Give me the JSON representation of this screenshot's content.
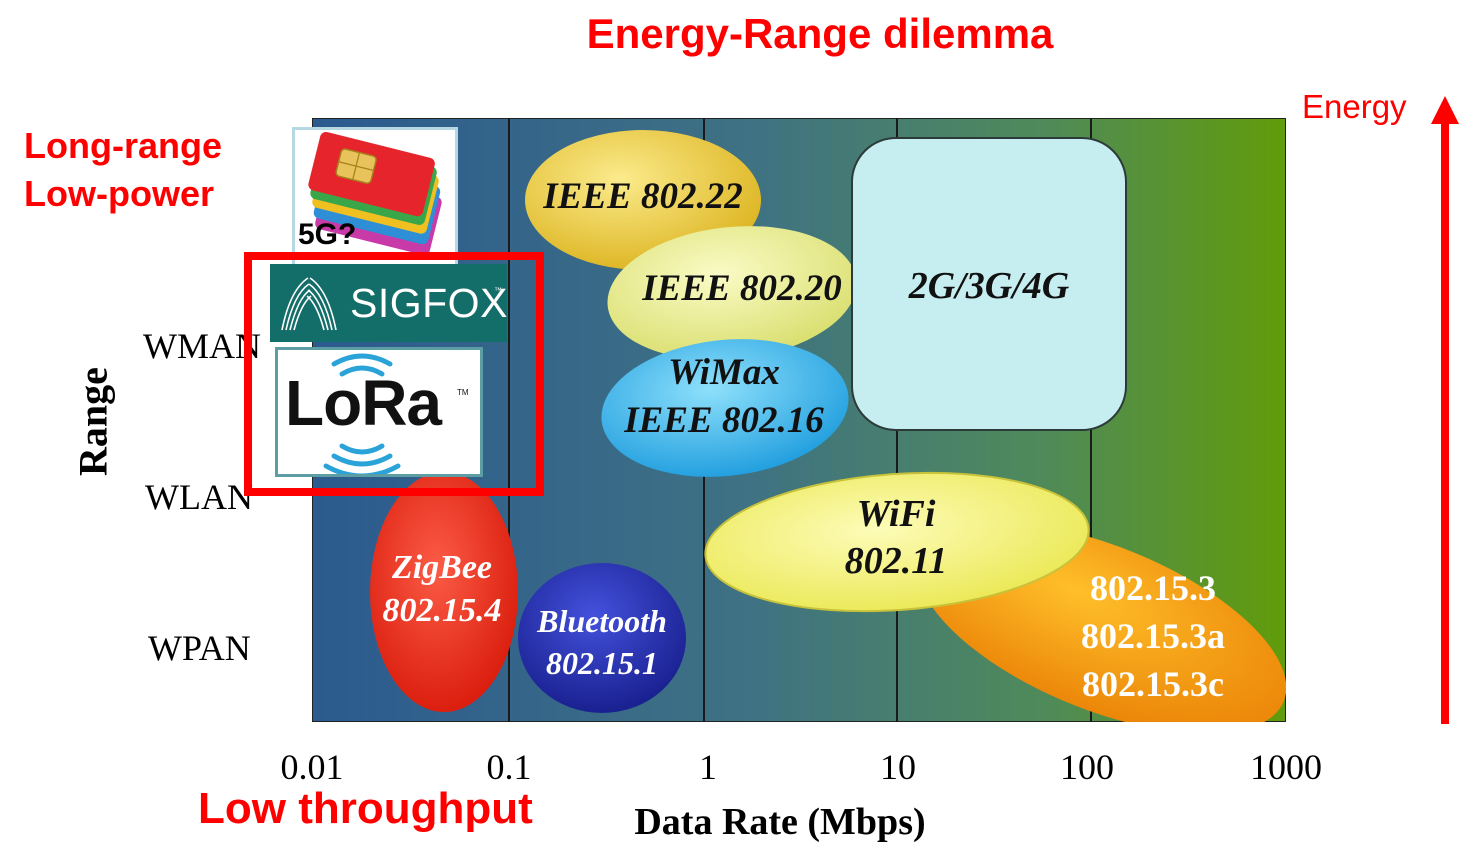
{
  "title": "Energy-Range dilemma",
  "callouts": {
    "long_range_line1": "Long-range",
    "long_range_line2": "Low-power",
    "low_throughput": "Low throughput",
    "energy": "Energy"
  },
  "axes": {
    "y_label": "Range",
    "x_label": "Data Rate (Mbps)",
    "x_ticks": [
      "0.01",
      "0.1",
      "1",
      "10",
      "100",
      "1000"
    ],
    "y_categories": [
      "WMAN",
      "WLAN",
      "WPAN"
    ]
  },
  "logos": {
    "fiveg": "5G?",
    "sigfox": "SIGFOX",
    "sigfox_tm": "™",
    "lora": "LoRa",
    "lora_tm": "TM"
  },
  "technologies": [
    {
      "id": "ieee-802-22",
      "line1": "IEEE 802.22",
      "line2": "",
      "line3": "",
      "color": "#f0d23c"
    },
    {
      "id": "ieee-802-20",
      "line1": "IEEE 802.20",
      "line2": "",
      "line3": "",
      "color": "#eeee88"
    },
    {
      "id": "wimax",
      "line1": "WiMax",
      "line2": "IEEE 802.16",
      "line3": "",
      "color": "#26b5ec"
    },
    {
      "id": "cellular",
      "line1": "2G/3G/4G",
      "line2": "",
      "line3": "",
      "color": "#c6eef1"
    },
    {
      "id": "zigbee",
      "line1": "ZigBee",
      "line2": "802.15.4",
      "line3": "",
      "color": "#ee2a16"
    },
    {
      "id": "bluetooth",
      "line1": "Bluetooth",
      "line2": "802.15.1",
      "line3": "",
      "color": "#2631b4"
    },
    {
      "id": "wifi",
      "line1": "WiFi",
      "line2": "802.11",
      "line3": "",
      "color": "#f2ef62"
    },
    {
      "id": "uwb",
      "line1": "802.15.3",
      "line2": "802.15.3a",
      "line3": "802.15.3c",
      "color": "#f39a10"
    }
  ],
  "colors": {
    "accent_red": "#ff0000",
    "plot_left": "#2d5e8e",
    "plot_right": "#5f9a0c"
  }
}
